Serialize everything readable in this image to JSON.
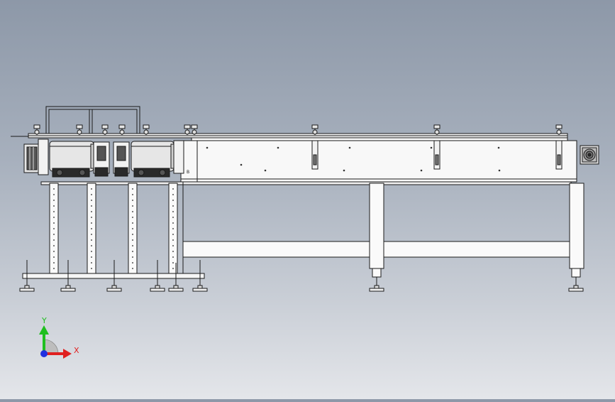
{
  "viewport": {
    "background_top": "#8d98a8",
    "background_bottom": "#e4e6ea"
  },
  "drawing": {
    "line_color": "#1a1a1a",
    "part_fill": "#f4f4f4",
    "motor_fill": "#e8e8e8",
    "dark_fill": "#2a2a2a"
  },
  "panel_marker": "B",
  "triad": {
    "y_label": "Y",
    "x_label": "X",
    "y_color": "#1fbf1f",
    "x_color": "#e02020",
    "z_color": "#2030e0"
  },
  "icons": [
    "motor-icon",
    "fan-grille-icon",
    "leveling-foot-icon",
    "sensor-bracket-icon"
  ]
}
